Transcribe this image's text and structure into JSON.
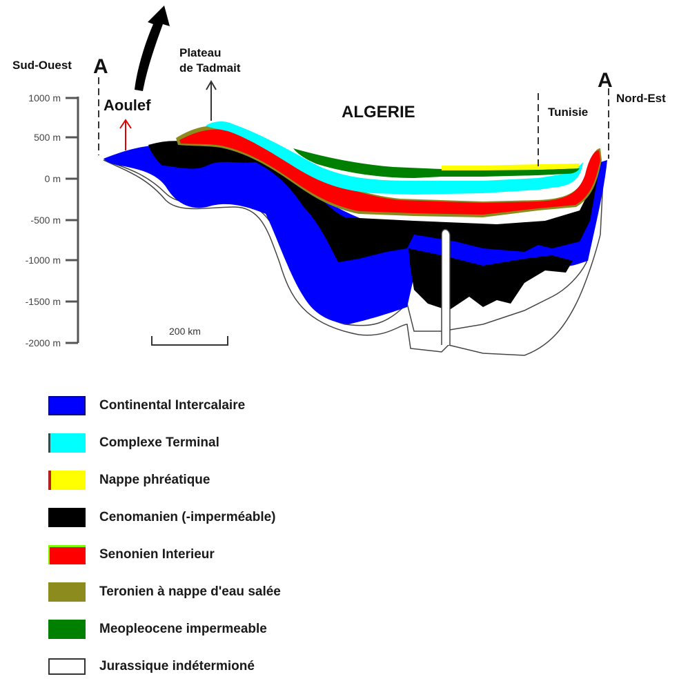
{
  "labels": {
    "sud_ouest": "Sud-Ouest",
    "section_start": "A",
    "section_end": "A",
    "nord_est": "Nord-Est",
    "plateau_line1": "Plateau",
    "plateau_line2": "de Tadmait",
    "aoulef": "Aoulef",
    "algerie": "ALGERIE",
    "tunisie": "Tunisie",
    "scale": "200 km"
  },
  "axis": {
    "ticks": [
      "1000 m",
      "500 m",
      "0 m",
      "-500 m",
      "-1000 m",
      "-1500 m",
      "-2000 m"
    ]
  },
  "colors": {
    "continental_intercalaire": "#0000ff",
    "complexe_terminal": "#00ffff",
    "nappe_phreatique": "#ffff00",
    "cenomanien": "#000000",
    "senonien": "#ff0000",
    "teronien": "#8c8c1e",
    "meopleocene": "#008000",
    "jurassique": "#ffffff"
  },
  "legend": [
    {
      "label": "Continental Intercalaire",
      "color": "#0000ff",
      "border": "#00008b"
    },
    {
      "label": "Complexe Terminal",
      "color": "#00ffff",
      "border": "#2f4f4f"
    },
    {
      "label": "Nappe phréatique",
      "color": "#ffff00",
      "border": "#b22222"
    },
    {
      "label": "Cenomanien (-imperméable)",
      "color": "#000000",
      "border": "#000000"
    },
    {
      "label": "Senonien Interieur",
      "color": "#ff0000",
      "border": "#7cfc00"
    },
    {
      "label": "Teronien à nappe d'eau salée",
      "color": "#8c8c1e",
      "border": "#6b6b10"
    },
    {
      "label": "Meopleocene impermeable",
      "color": "#008000",
      "border": "#006400"
    },
    {
      "label": "Jurassique indétermioné",
      "color": "#ffffff",
      "border": "#333333"
    }
  ]
}
